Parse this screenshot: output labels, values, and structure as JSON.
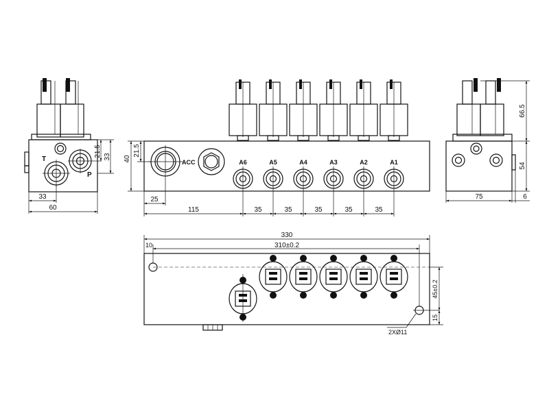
{
  "ports": {
    "t": "T",
    "p": "P",
    "acc": "ACC",
    "a6": "A6",
    "a5": "A5",
    "a4": "A4",
    "a3": "A3",
    "a2": "A2",
    "a1": "A1"
  },
  "left_view": {
    "dim_21_5": "21.5",
    "dim_33_v": "33",
    "dim_33_h": "33",
    "dim_60": "60"
  },
  "front_view": {
    "dim_40": "40",
    "dim_21_5": "21.5",
    "dim_25": "25",
    "dim_115": "115",
    "dim_35_1": "35",
    "dim_35_2": "35",
    "dim_35_3": "35",
    "dim_35_4": "35",
    "dim_35_5": "35"
  },
  "right_view": {
    "dim_66_5": "66.5",
    "dim_54": "54",
    "dim_75": "75",
    "dim_6": "6"
  },
  "top_view": {
    "dim_330": "330",
    "dim_10": "10",
    "dim_310": "310±0.2",
    "dim_45": "45±0.2",
    "dim_15": "15",
    "holes": "2XØ11"
  }
}
